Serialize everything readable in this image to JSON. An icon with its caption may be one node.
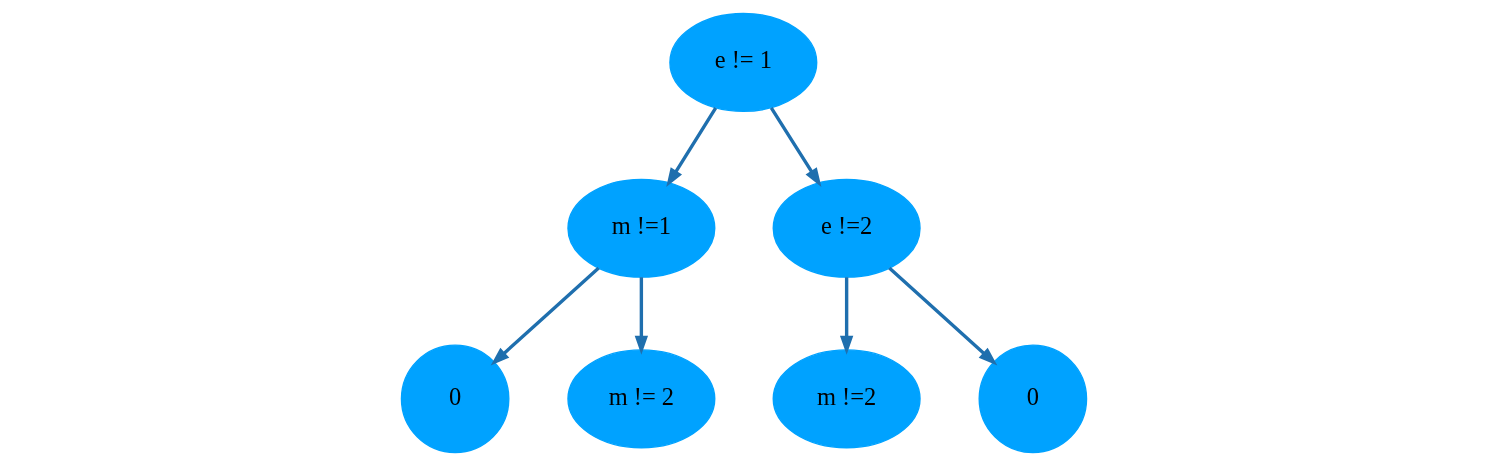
{
  "diagram": {
    "nodes": [
      {
        "text": [
          "e != 1"
        ]
      },
      {
        "text": [
          "m !=1"
        ]
      },
      {
        "text": [
          "e !=2"
        ]
      },
      {
        "text": [
          "0"
        ]
      },
      {
        "text": [
          "m != 2"
        ]
      },
      {
        "text": [
          "m !=2"
        ]
      },
      {
        "text": [
          "0"
        ]
      }
    ],
    "edges": [
      {
        "from": 0,
        "to": 1,
        "arrow": "to"
      },
      {
        "from": 0,
        "to": 2,
        "arrow": "to"
      },
      {
        "from": 1,
        "to": 3,
        "arrow": "to"
      },
      {
        "from": 1,
        "to": 4,
        "arrow": "to"
      },
      {
        "from": 2,
        "to": 5,
        "arrow": "to"
      },
      {
        "from": 2,
        "to": 6,
        "arrow": "to"
      }
    ]
  }
}
